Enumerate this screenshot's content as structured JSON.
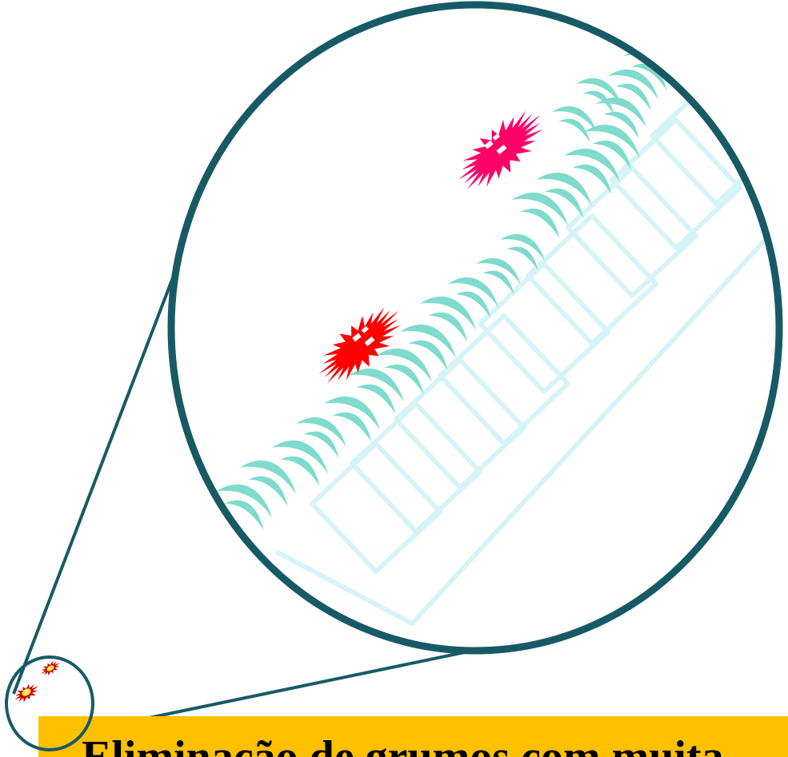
{
  "caption": "Eliminação de grumos com muita",
  "colors": {
    "outline": "#175A66",
    "grass": "#7FDBCC",
    "steps": "#D6F3F7",
    "flower_red": "#FF0000",
    "flower_magenta": "#FF0066",
    "caption_bg": "#FFC000",
    "small_flower_dark": "#CC0000",
    "small_flower_center": "#FFE54A"
  },
  "icons": [
    "magnifier-callout",
    "grass-tuft",
    "red-weed-cluster",
    "magenta-weed-cluster"
  ]
}
